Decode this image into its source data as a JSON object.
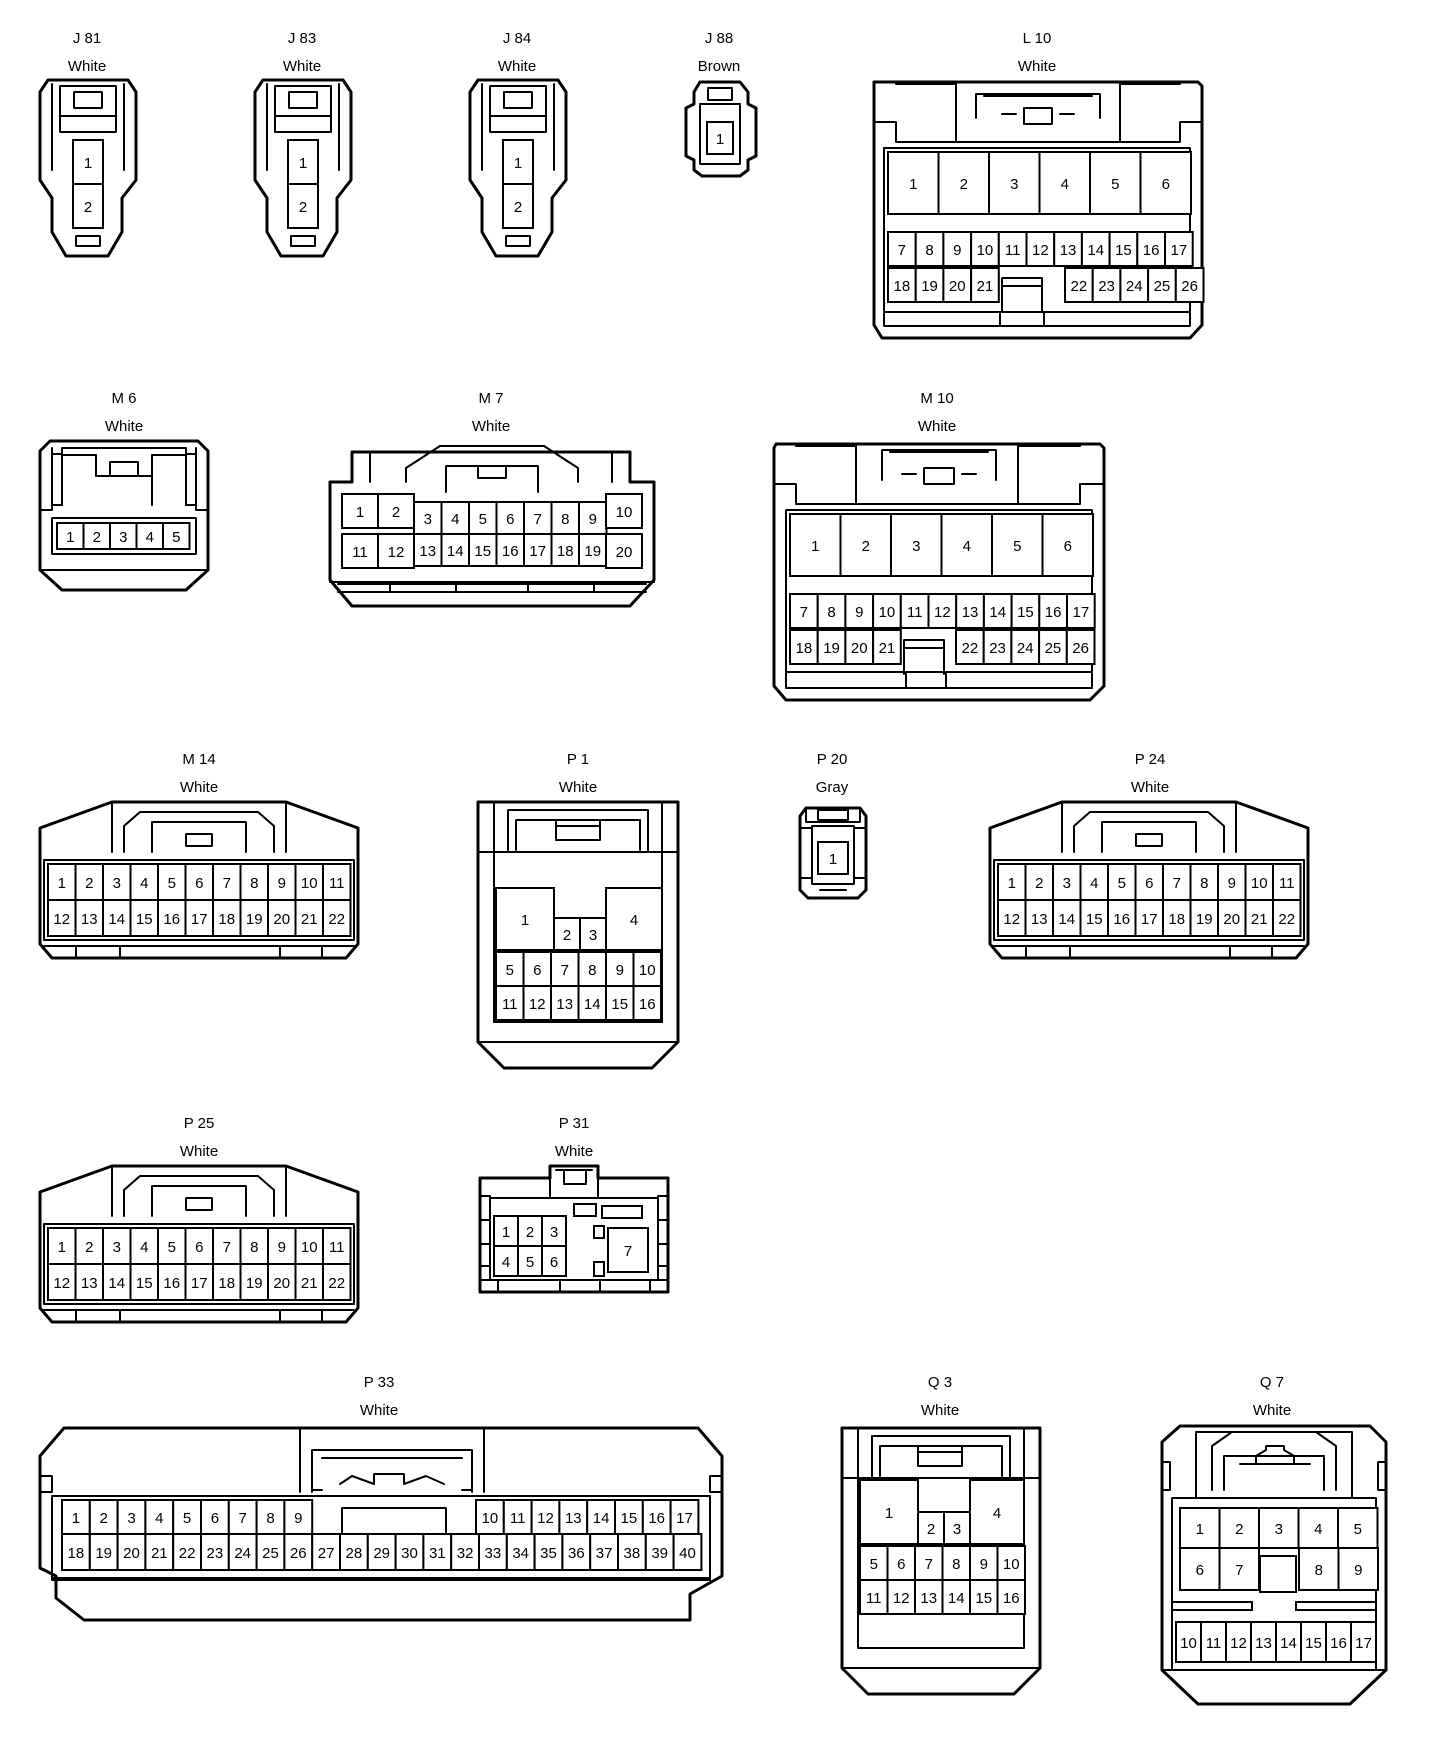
{
  "connectors": [
    {
      "id": "J 81",
      "color": "White",
      "pins": [
        "1",
        "2"
      ]
    },
    {
      "id": "J 83",
      "color": "White",
      "pins": [
        "1",
        "2"
      ]
    },
    {
      "id": "J 84",
      "color": "White",
      "pins": [
        "1",
        "2"
      ]
    },
    {
      "id": "J 88",
      "color": "Brown",
      "pins": [
        "1"
      ]
    },
    {
      "id": "L 10",
      "color": "White",
      "pins": [
        "1",
        "2",
        "3",
        "4",
        "5",
        "6",
        "7",
        "8",
        "9",
        "10",
        "11",
        "12",
        "13",
        "14",
        "15",
        "16",
        "17",
        "18",
        "19",
        "20",
        "21",
        "22",
        "23",
        "24",
        "25",
        "26"
      ]
    },
    {
      "id": "M 6",
      "color": "White",
      "pins": [
        "1",
        "2",
        "3",
        "4",
        "5"
      ]
    },
    {
      "id": "M 7",
      "color": "White",
      "pins": [
        "1",
        "2",
        "3",
        "4",
        "5",
        "6",
        "7",
        "8",
        "9",
        "10",
        "11",
        "12",
        "13",
        "14",
        "15",
        "16",
        "17",
        "18",
        "19",
        "20"
      ]
    },
    {
      "id": "M 10",
      "color": "White",
      "pins": [
        "1",
        "2",
        "3",
        "4",
        "5",
        "6",
        "7",
        "8",
        "9",
        "10",
        "11",
        "12",
        "13",
        "14",
        "15",
        "16",
        "17",
        "18",
        "19",
        "20",
        "21",
        "22",
        "23",
        "24",
        "25",
        "26"
      ]
    },
    {
      "id": "M 14",
      "color": "White",
      "pins": [
        "1",
        "2",
        "3",
        "4",
        "5",
        "6",
        "7",
        "8",
        "9",
        "10",
        "11",
        "12",
        "13",
        "14",
        "15",
        "16",
        "17",
        "18",
        "19",
        "20",
        "21",
        "22"
      ]
    },
    {
      "id": "P 1",
      "color": "White",
      "pins": [
        "1",
        "2",
        "3",
        "4",
        "5",
        "6",
        "7",
        "8",
        "9",
        "10",
        "11",
        "12",
        "13",
        "14",
        "15",
        "16"
      ]
    },
    {
      "id": "P 20",
      "color": "Gray",
      "pins": [
        "1"
      ]
    },
    {
      "id": "P 24",
      "color": "White",
      "pins": [
        "1",
        "2",
        "3",
        "4",
        "5",
        "6",
        "7",
        "8",
        "9",
        "10",
        "11",
        "12",
        "13",
        "14",
        "15",
        "16",
        "17",
        "18",
        "19",
        "20",
        "21",
        "22"
      ]
    },
    {
      "id": "P 25",
      "color": "White",
      "pins": [
        "1",
        "2",
        "3",
        "4",
        "5",
        "6",
        "7",
        "8",
        "9",
        "10",
        "11",
        "12",
        "13",
        "14",
        "15",
        "16",
        "17",
        "18",
        "19",
        "20",
        "21",
        "22"
      ]
    },
    {
      "id": "P 31",
      "color": "White",
      "pins": [
        "1",
        "2",
        "3",
        "4",
        "5",
        "6",
        "7"
      ]
    },
    {
      "id": "P 33",
      "color": "White",
      "pins": [
        "1",
        "2",
        "3",
        "4",
        "5",
        "6",
        "7",
        "8",
        "9",
        "10",
        "11",
        "12",
        "13",
        "14",
        "15",
        "16",
        "17",
        "18",
        "19",
        "20",
        "21",
        "22",
        "23",
        "24",
        "25",
        "26",
        "27",
        "28",
        "29",
        "30",
        "31",
        "32",
        "33",
        "34",
        "35",
        "36",
        "37",
        "38",
        "39",
        "40"
      ]
    },
    {
      "id": "Q 3",
      "color": "White",
      "pins": [
        "1",
        "2",
        "3",
        "4",
        "5",
        "6",
        "7",
        "8",
        "9",
        "10",
        "11",
        "12",
        "13",
        "14",
        "15",
        "16"
      ]
    },
    {
      "id": "Q 7",
      "color": "White",
      "pins": [
        "1",
        "2",
        "3",
        "4",
        "5",
        "6",
        "7",
        "8",
        "9",
        "10",
        "11",
        "12",
        "13",
        "14",
        "15",
        "16",
        "17"
      ]
    }
  ]
}
